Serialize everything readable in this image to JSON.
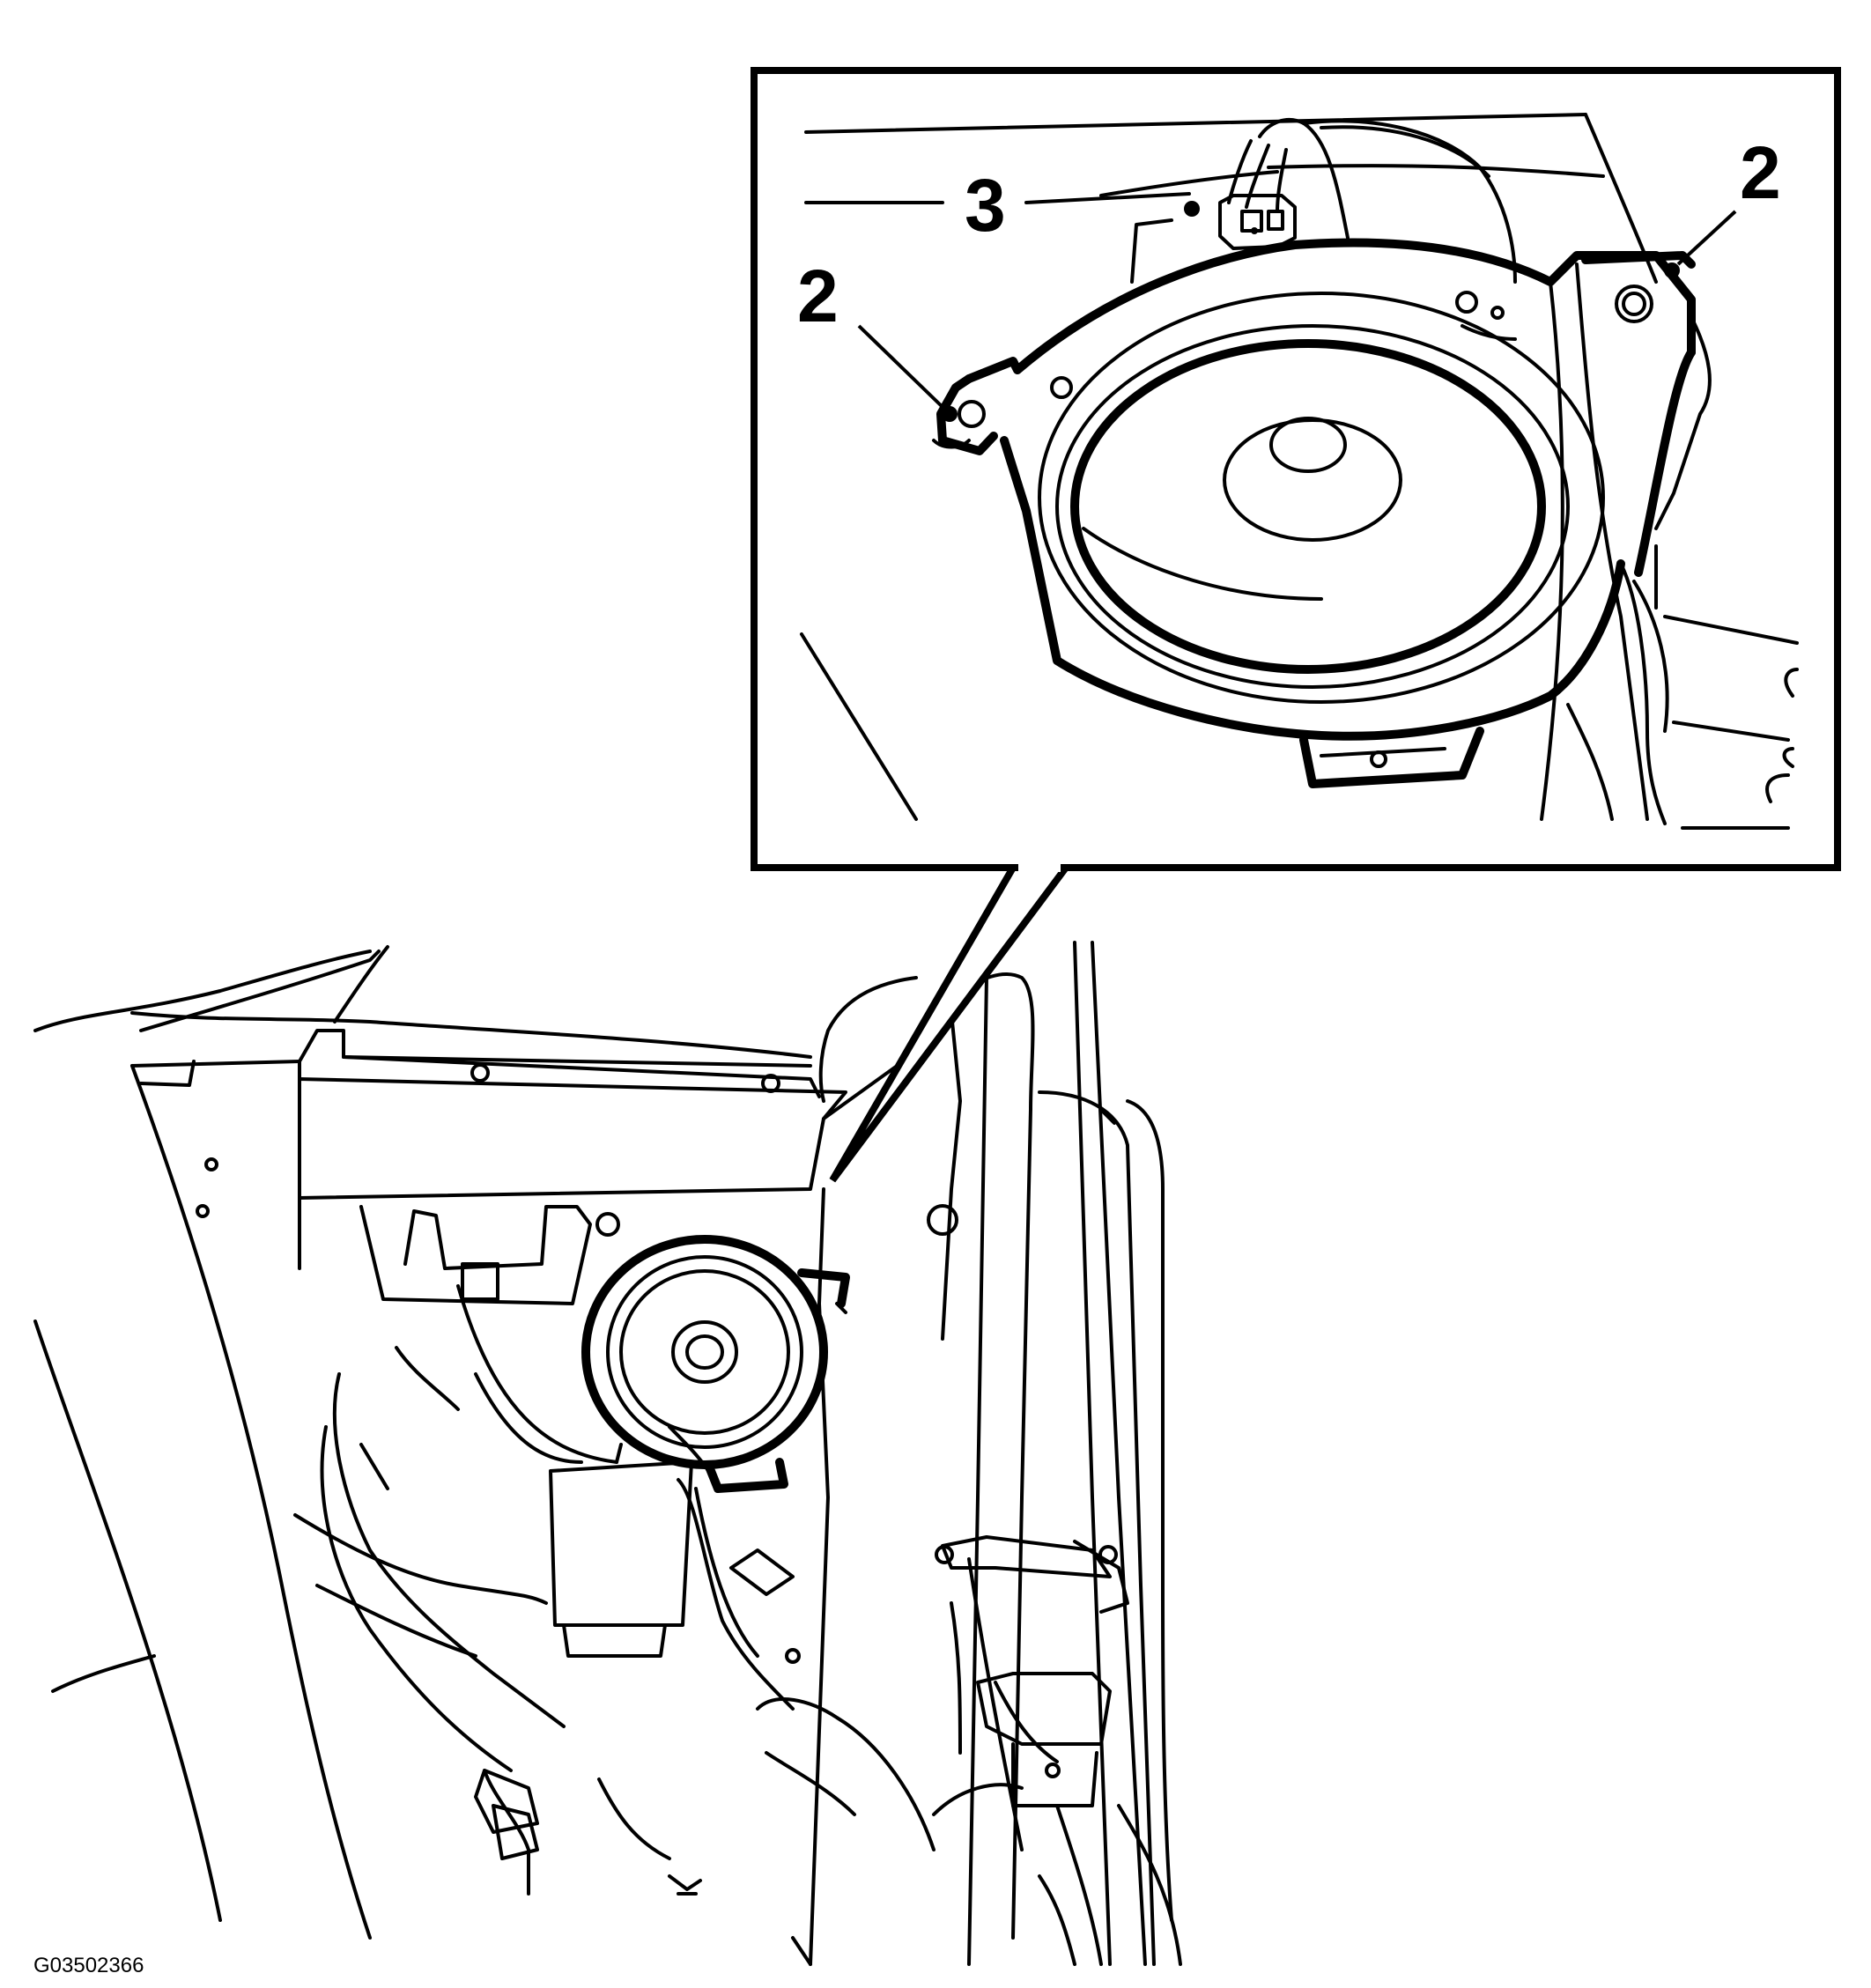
{
  "callouts": {
    "left_2": "2",
    "right_2": "2",
    "connector_3": "3"
  },
  "figure_id": "G03502366",
  "colors": {
    "line": "#000000",
    "background": "#ffffff"
  }
}
